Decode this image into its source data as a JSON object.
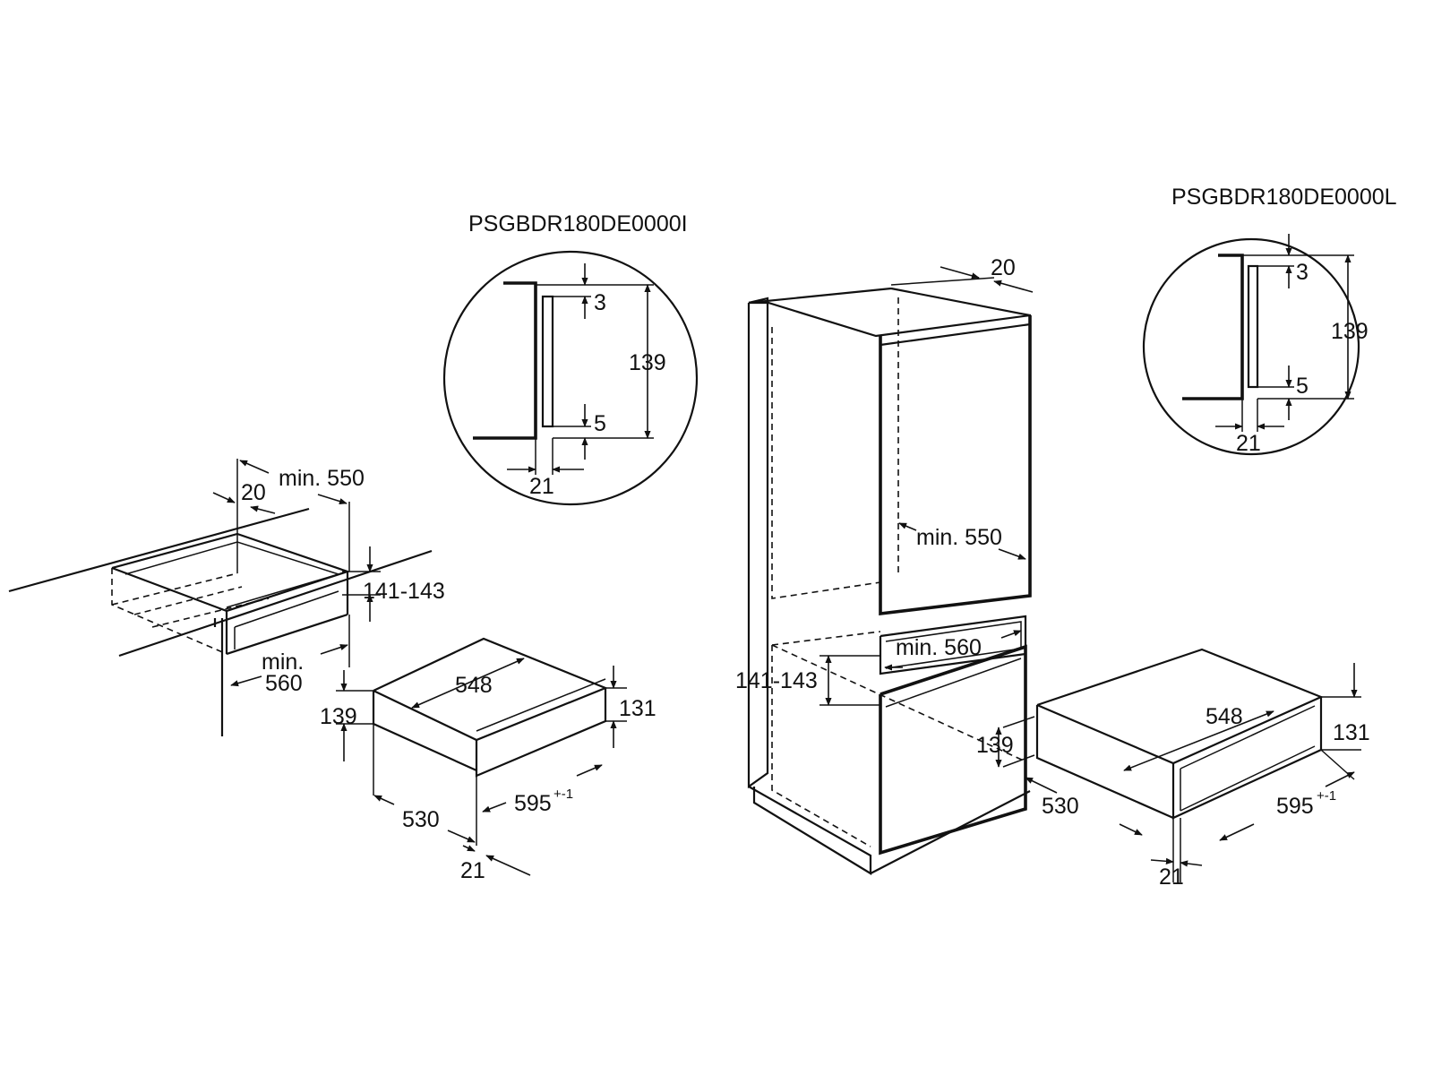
{
  "models": {
    "left": "PSGBDR180DE0000I",
    "right": "PSGBDR180DE0000L"
  },
  "detail_left": {
    "gap_top": "3",
    "handle_height": "139",
    "gap_bottom": "5",
    "depth": "21"
  },
  "detail_right": {
    "gap_top": "3",
    "handle_height": "139",
    "gap_bottom": "5",
    "depth": "21"
  },
  "niche_left": {
    "offset": "20",
    "min_depth": "min. 550",
    "height": "141-143",
    "min_width_label": "min.",
    "min_width_value": "560"
  },
  "drawer_left": {
    "width_inner": "548",
    "height_total": "139",
    "height_body": "131",
    "depth": "530",
    "width_front": "595",
    "width_front_tolerance": "+-1",
    "front_thickness": "21"
  },
  "cabinet": {
    "offset": "20",
    "min_depth": "min. 550",
    "min_width": "min. 560",
    "niche_height": "141-143",
    "drawer_height": "139"
  },
  "drawer_right": {
    "width_inner": "548",
    "height_body": "131",
    "depth": "530",
    "width_front": "595",
    "width_front_tolerance": "+-1",
    "front_thickness": "21"
  }
}
